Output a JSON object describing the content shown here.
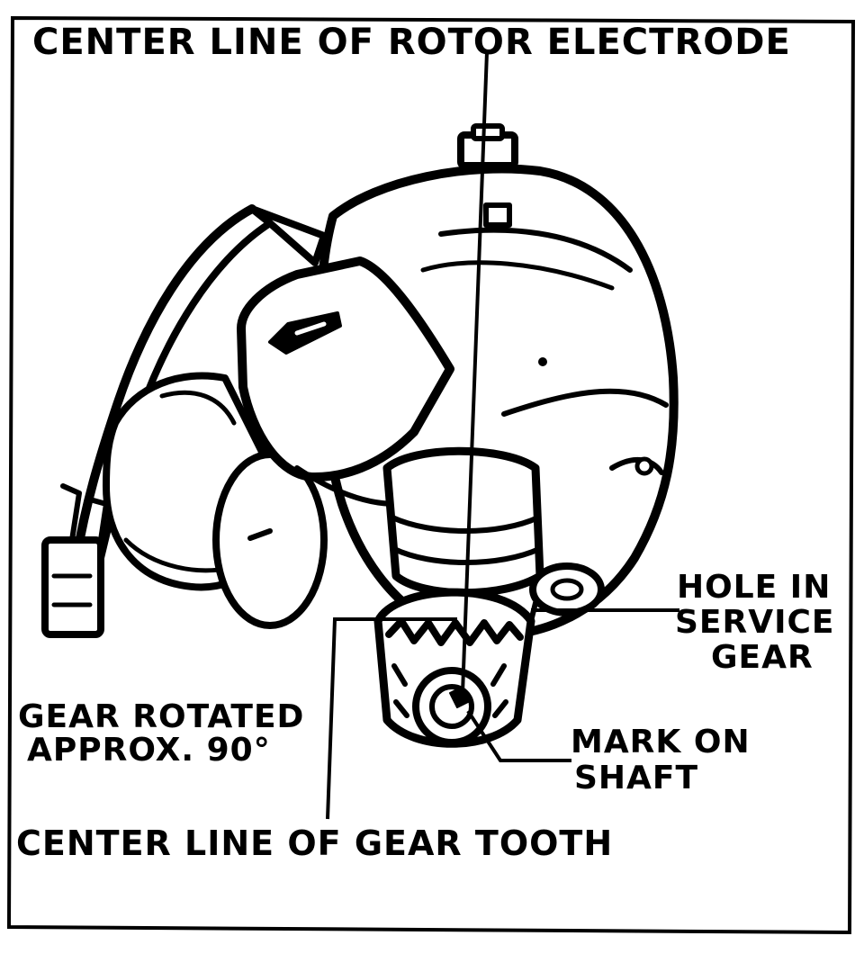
{
  "labels": {
    "rotor_centerline": "CENTER LINE OF ROTOR ELECTRODE",
    "hole_line1": "HOLE IN",
    "hole_line2": "SERVICE",
    "hole_line3": "GEAR",
    "gear_rotated_line1": "GEAR ROTATED",
    "gear_rotated_line2": "APPROX. 90°",
    "mark_line1": "MARK ON",
    "mark_line2": "SHAFT",
    "gear_tooth_centerline": "CENTER LINE OF GEAR TOOTH"
  },
  "colors": {
    "ink": "#000000",
    "paper": "#ffffff"
  }
}
